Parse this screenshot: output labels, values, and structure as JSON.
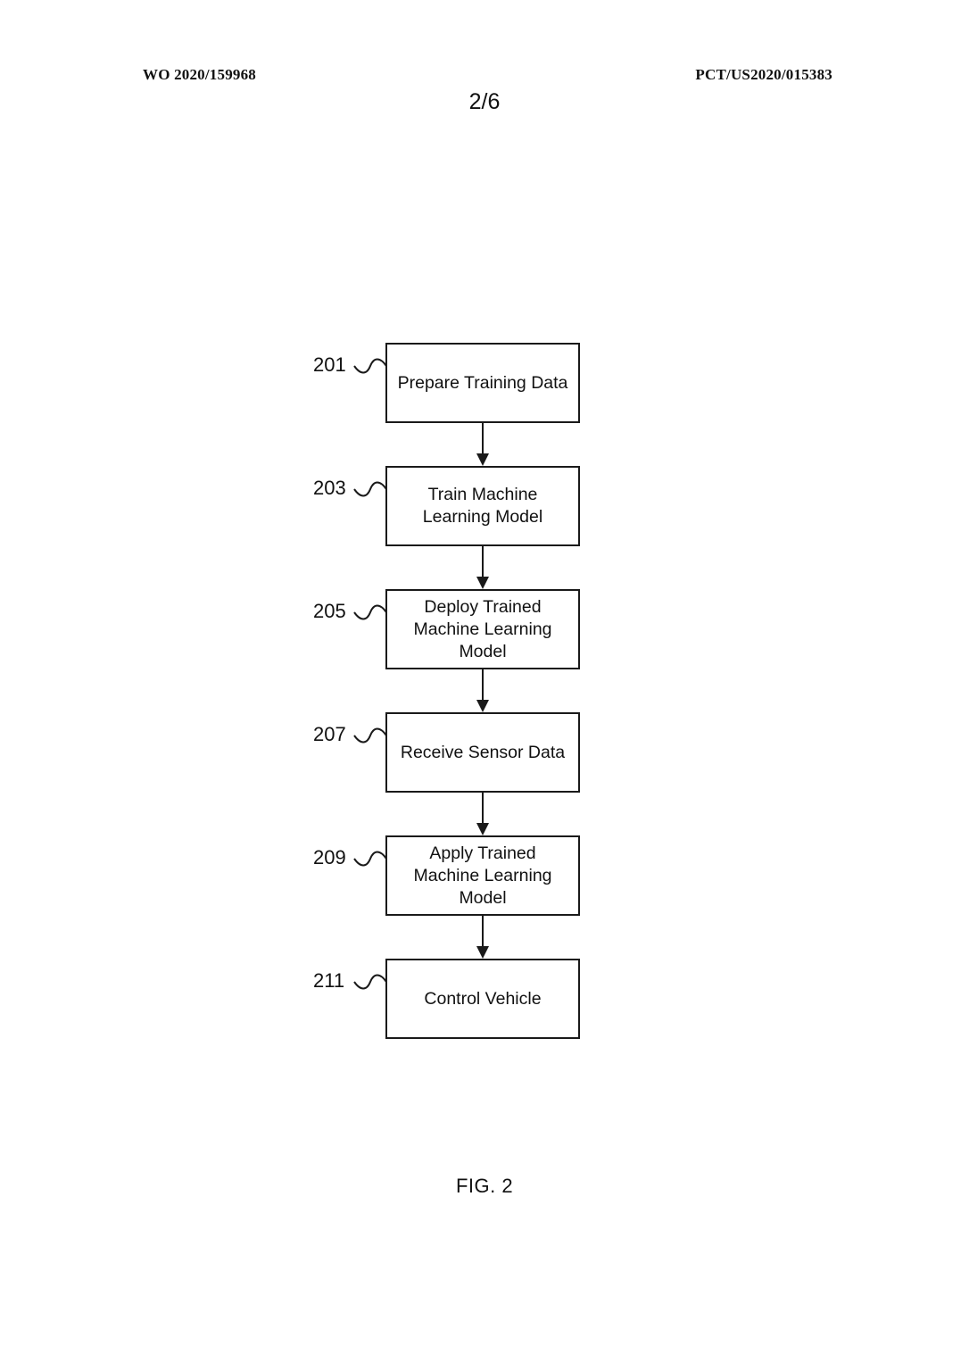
{
  "header": {
    "publication_number": "WO 2020/159968",
    "application_number": "PCT/US2020/015383",
    "sheet": "2/6"
  },
  "flowchart": {
    "steps": [
      {
        "ref": "201",
        "label": "Prepare Training Data"
      },
      {
        "ref": "203",
        "label": "Train Machine Learning Model"
      },
      {
        "ref": "205",
        "label": "Deploy Trained Machine Learning Model"
      },
      {
        "ref": "207",
        "label": "Receive Sensor Data"
      },
      {
        "ref": "209",
        "label": "Apply Trained Machine Learning Model"
      },
      {
        "ref": "211",
        "label": "Control Vehicle"
      }
    ]
  },
  "figure": {
    "caption": "FIG. 2"
  }
}
